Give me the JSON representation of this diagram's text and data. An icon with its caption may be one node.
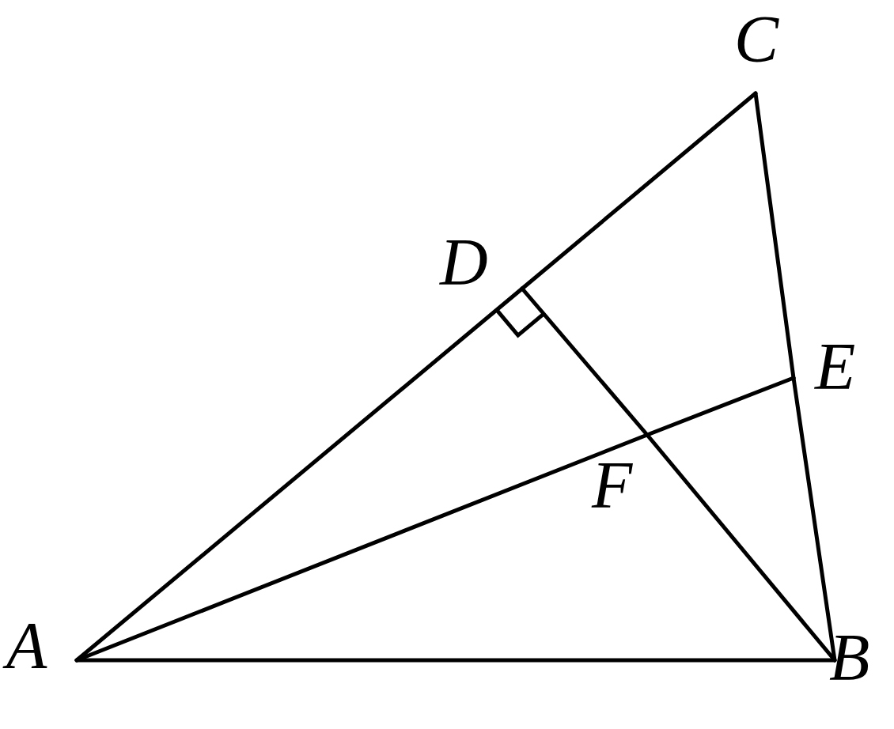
{
  "diagram": {
    "nodes": [
      {
        "text": [
          "A"
        ]
      },
      {
        "text": [
          "B"
        ]
      },
      {
        "text": [
          "C"
        ]
      },
      {
        "text": [
          "D"
        ]
      },
      {
        "text": [
          "E"
        ]
      },
      {
        "text": [
          "F"
        ]
      }
    ],
    "edges": [
      {
        "from": 0,
        "to": 3,
        "arrow": "none"
      },
      {
        "from": 3,
        "to": 2,
        "arrow": "none"
      },
      {
        "from": 2,
        "to": 4,
        "arrow": "none"
      },
      {
        "from": 4,
        "to": 1,
        "arrow": "none"
      },
      {
        "from": 0,
        "to": 1,
        "arrow": "none"
      },
      {
        "from": 0,
        "to": 5,
        "arrow": "none"
      },
      {
        "from": 5,
        "to": 4,
        "arrow": "none"
      },
      {
        "from": 3,
        "to": 5,
        "arrow": "none"
      },
      {
        "from": 5,
        "to": 1,
        "arrow": "none"
      }
    ]
  }
}
